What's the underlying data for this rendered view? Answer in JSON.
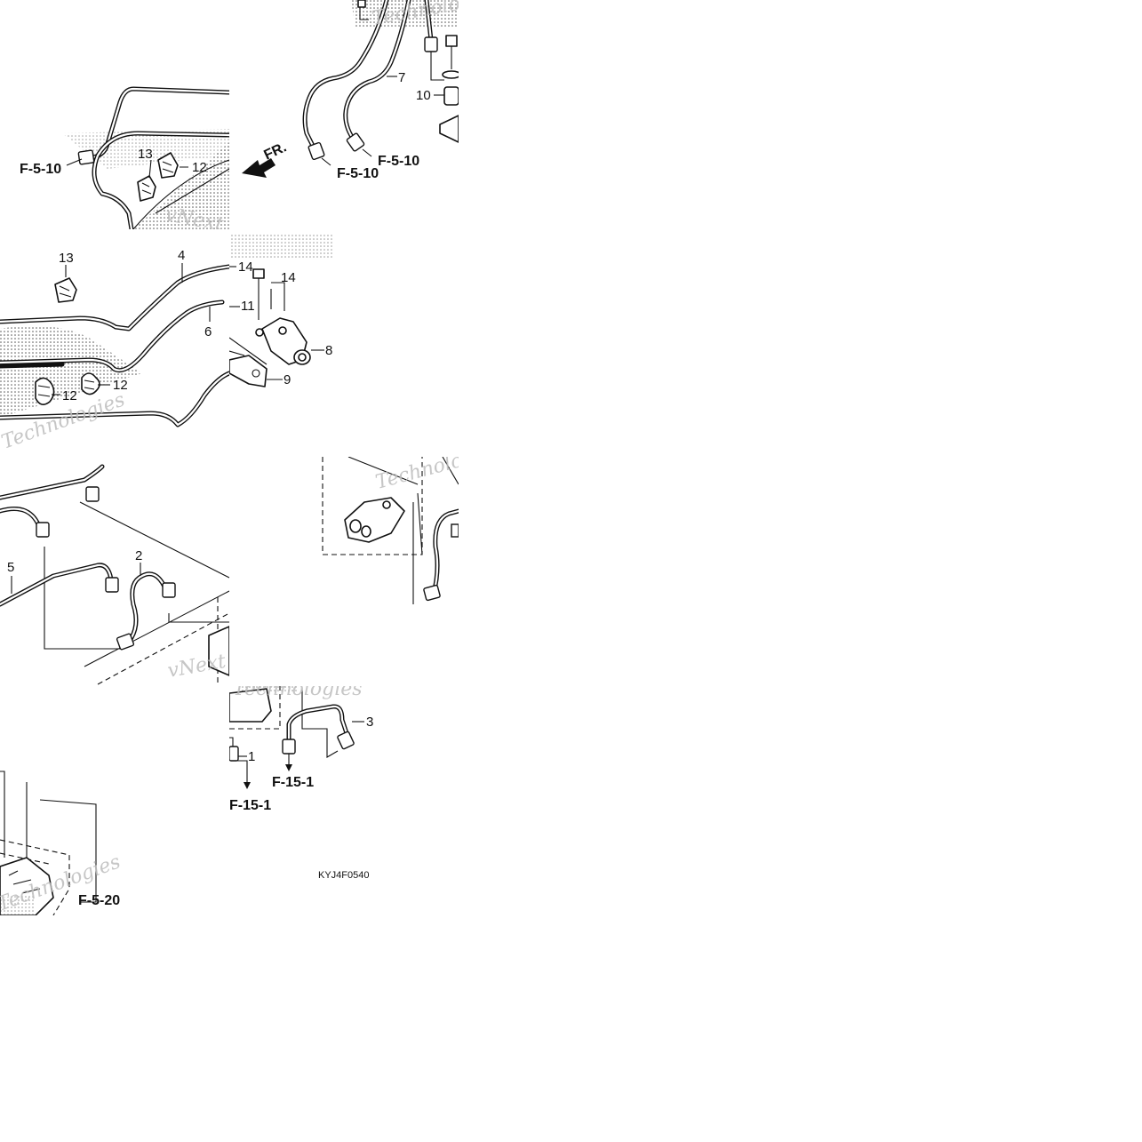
{
  "panels": {
    "top_left": {
      "refs": [
        "F-5-10"
      ],
      "callouts": [
        "13",
        "12"
      ],
      "direction_label": "FR."
    },
    "top_right": {
      "refs": [
        "F-5-10",
        "F-5-10"
      ],
      "callouts": [
        "7",
        "10"
      ]
    },
    "middle_left": {
      "callouts": [
        "13",
        "4",
        "6",
        "12",
        "12"
      ]
    },
    "middle_right": {
      "callouts": [
        "14",
        "14",
        "11",
        "8",
        "9"
      ]
    },
    "lower_left": {
      "callouts": [
        "5",
        "2"
      ]
    },
    "bottom_center": {
      "refs": [
        "F-15-1",
        "F-15-1"
      ],
      "callouts": [
        "3",
        "1"
      ]
    },
    "bottom_left": {
      "refs": [
        "F-5-20"
      ]
    }
  },
  "watermarks": [
    "vNext Technologies",
    "Technologies",
    "vNext Tec",
    "Technologies",
    "Technologies"
  ],
  "figure_code": "KYJ4F0540"
}
